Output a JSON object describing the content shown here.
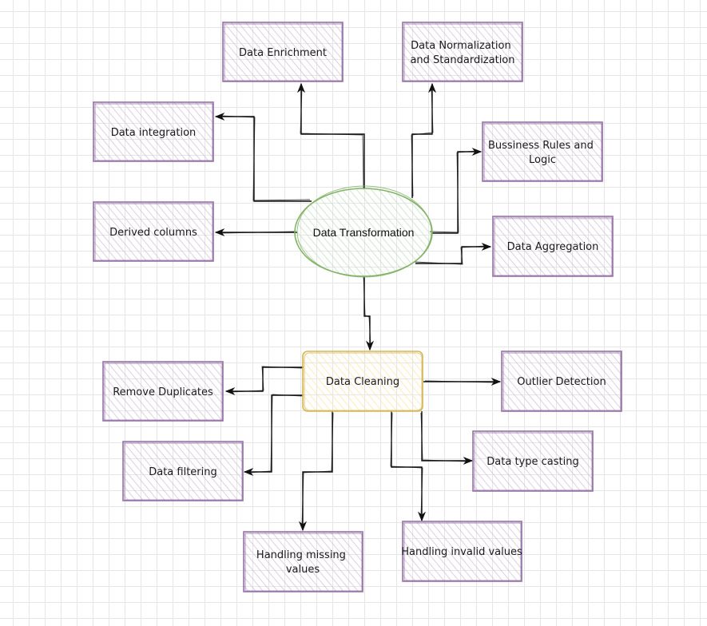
{
  "nodes": {
    "center": "Data Transformation",
    "cleaning": "Data Cleaning",
    "enrichment": "Data Enrichment",
    "normalization": [
      "Data Normalization",
      "and Standardization"
    ],
    "integration": "Data integration",
    "business_rules": [
      "Bussiness Rules and",
      "Logic"
    ],
    "derived": "Derived columns",
    "aggregation": "Data Aggregation",
    "duplicates": "Remove Duplicates",
    "outliers": "Outlier Detection",
    "filtering": "Data filtering",
    "type_casting": "Data type casting",
    "missing": [
      "Handling missing",
      "values"
    ],
    "invalid": "Handling invalid values"
  },
  "colors": {
    "leaf_stroke": "#9673a6",
    "leaf_fill": "#e1d5e7",
    "center_stroke": "#82b366",
    "center_fill": "#d5e8d4",
    "cleaning_stroke": "#d6b656",
    "cleaning_fill": "#fff2cc",
    "edge": "#111111"
  }
}
